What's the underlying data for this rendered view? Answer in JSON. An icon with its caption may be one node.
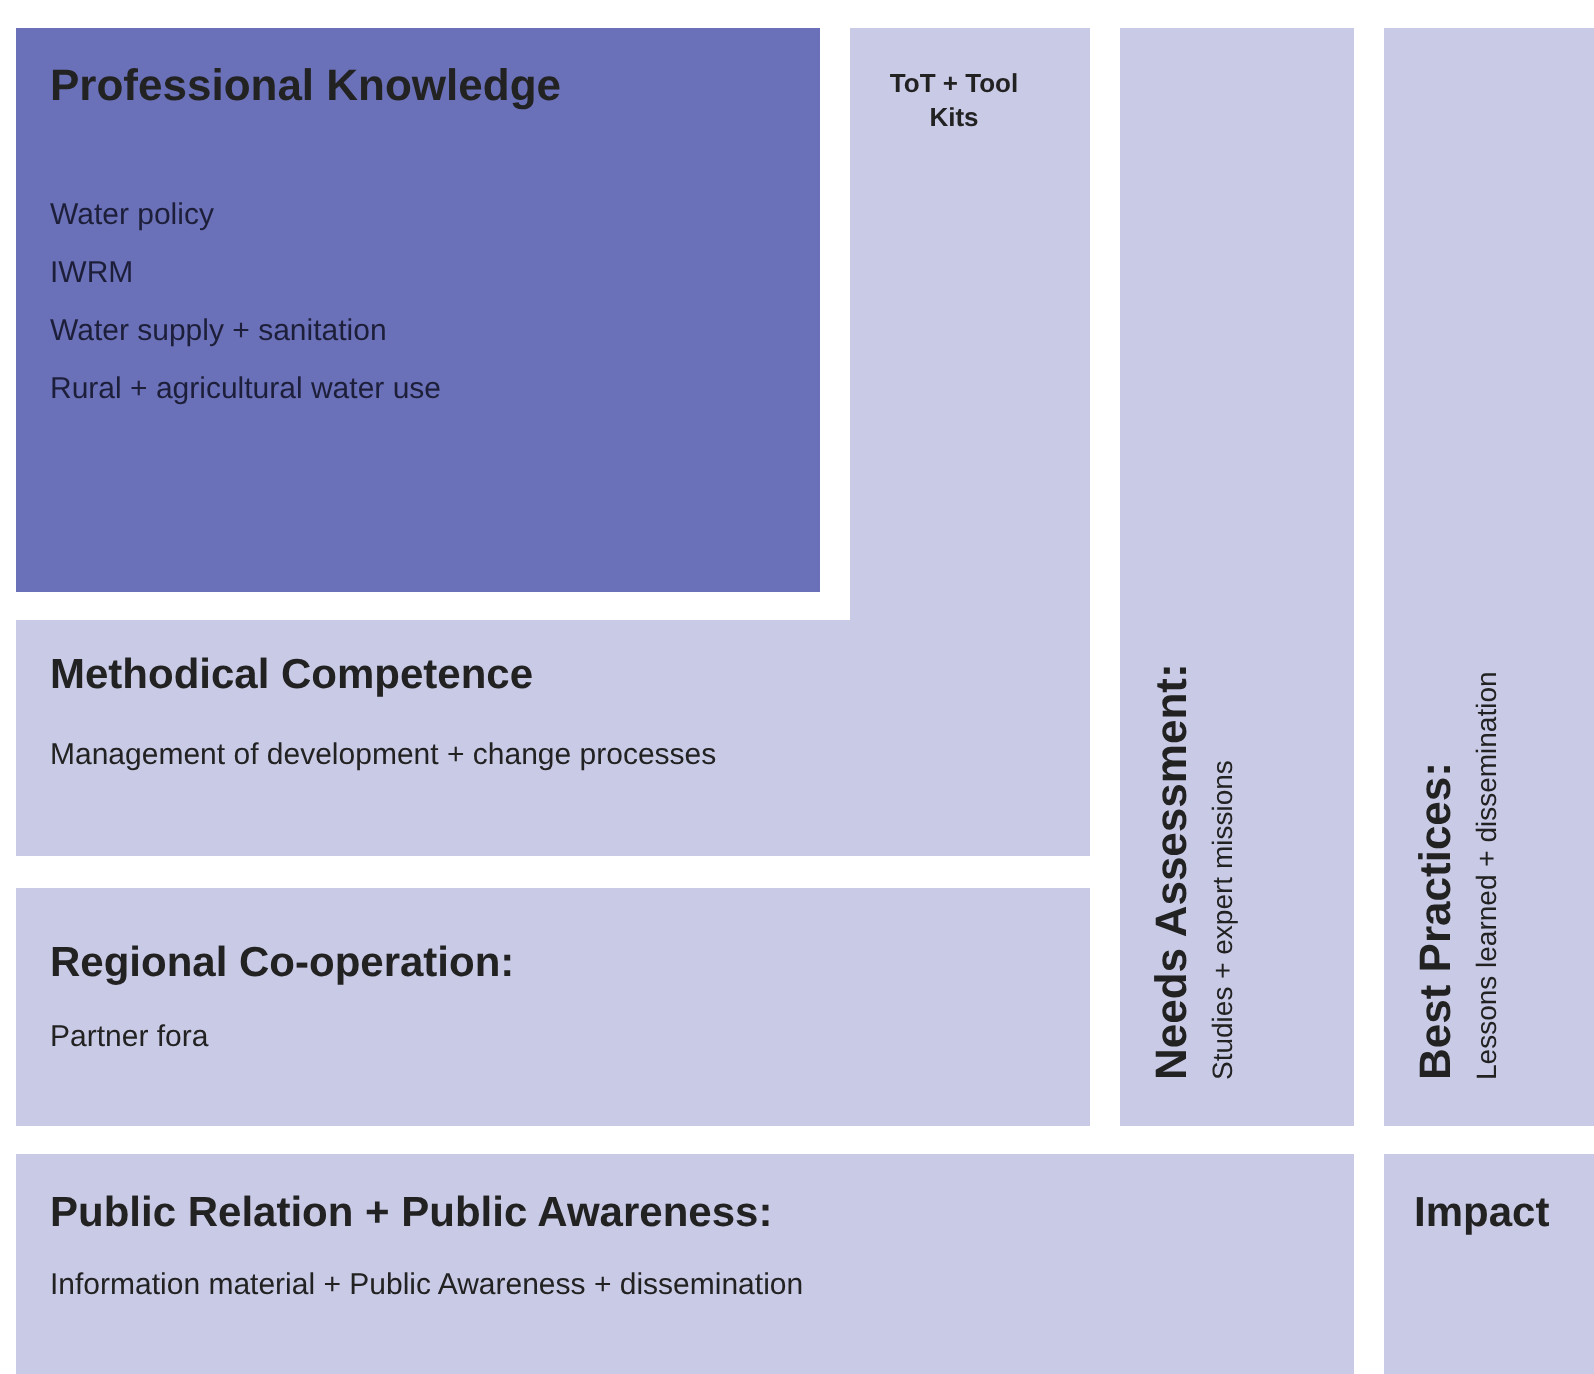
{
  "diagram": {
    "nodes": [
      {
        "text": [
          "ToT + Tool Kits",
          "Methodical Competence",
          "Management of development + change processes"
        ]
      },
      {
        "text": [
          "Professional Knowledge",
          "Water policy",
          "IWRM",
          "Water supply + sanitation",
          "Rural + agricultural water use"
        ],
        "in": 0
      },
      {
        "text": [
          "Regional Co-operation:",
          "Partner fora"
        ]
      },
      {
        "text": [
          "Needs Assessment:",
          "Studies + expert missions"
        ]
      },
      {
        "text": [
          "Best Practices:",
          "Lessons learned + dissemination"
        ]
      },
      {
        "text": [
          "Public Relation + Public Awareness:",
          "Information material + Public Awareness + dissemination"
        ]
      },
      {
        "text": [
          "Impact"
        ]
      }
    ]
  }
}
